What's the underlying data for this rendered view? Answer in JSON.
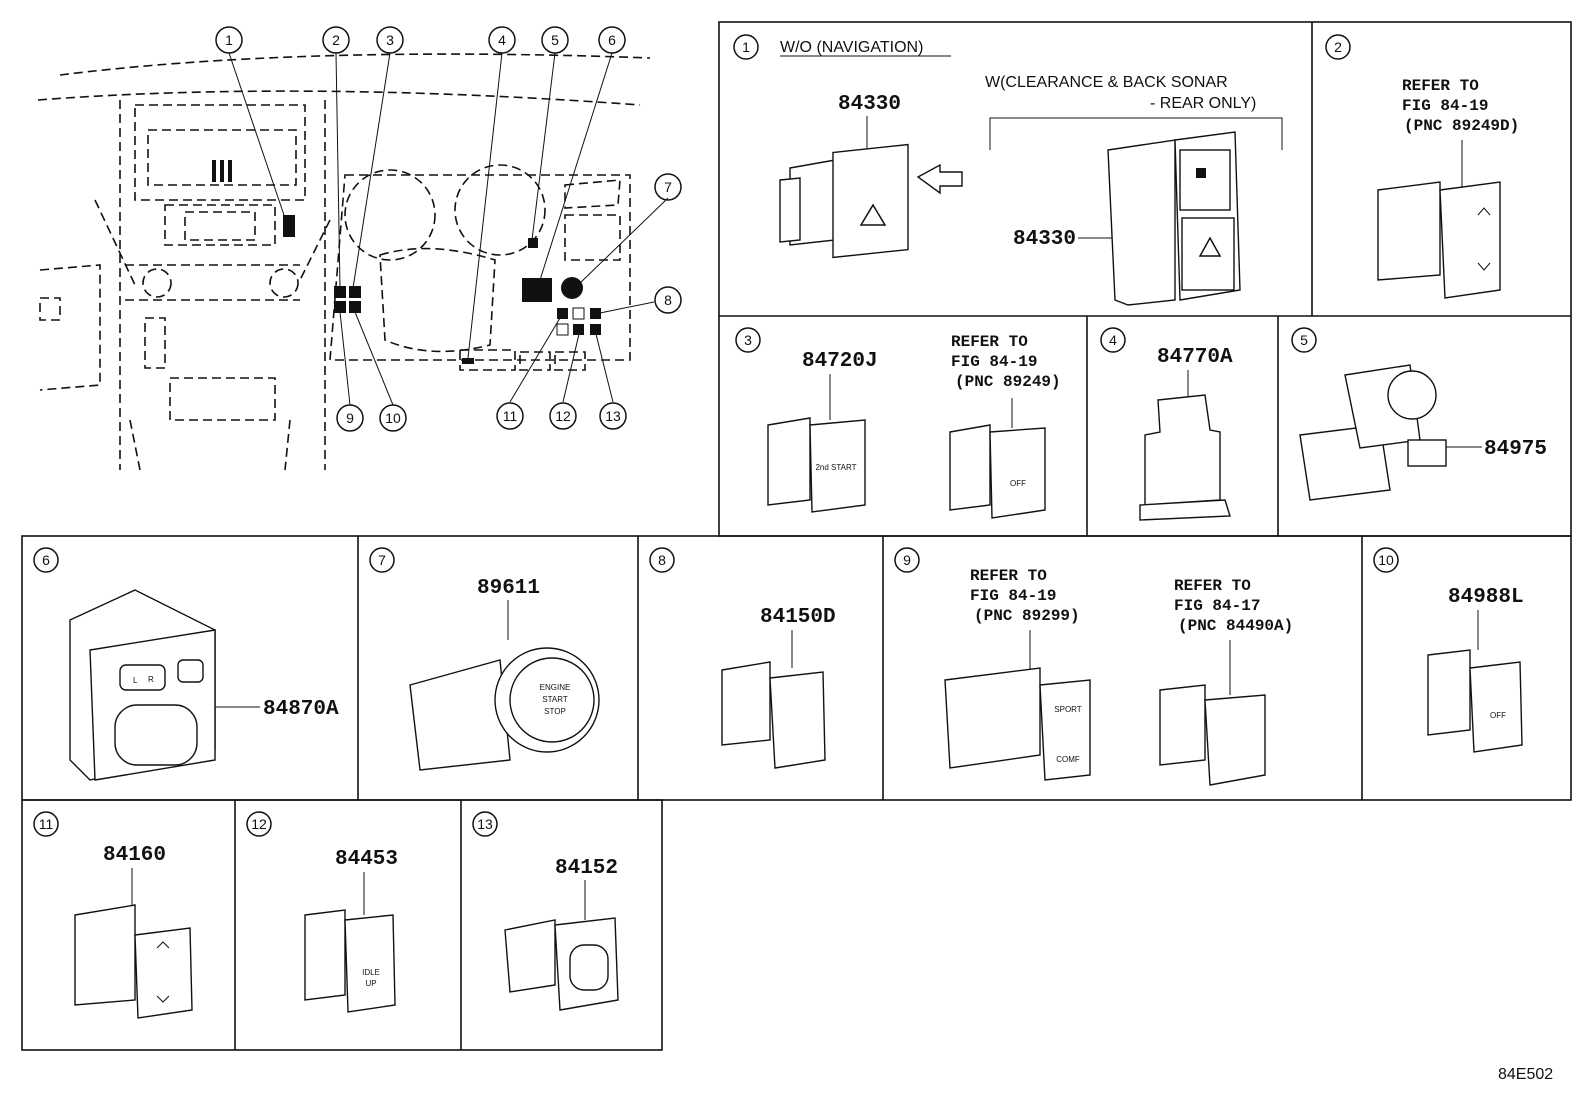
{
  "diagram_code": "84E502",
  "overview": {
    "callouts": [
      "1",
      "2",
      "3",
      "4",
      "5",
      "6",
      "7",
      "8",
      "9",
      "10",
      "11",
      "12",
      "13"
    ]
  },
  "panels": [
    {
      "num": "1",
      "variant": "W/O (NAVIGATION)",
      "parts": [
        "84330",
        "84330"
      ],
      "note_line1": "W(CLEARANCE & BACK SONAR",
      "note_line2": "- REAR ONLY)"
    },
    {
      "num": "2",
      "refer": [
        "REFER TO",
        "FIG 84-19",
        "(PNC 89249D)"
      ]
    },
    {
      "num": "3",
      "part": "84720J",
      "refer": [
        "REFER TO",
        "FIG 84-19",
        "(PNC 89249)"
      ]
    },
    {
      "num": "4",
      "part": "84770A"
    },
    {
      "num": "5",
      "part": "84975"
    },
    {
      "num": "6",
      "part": "84870A"
    },
    {
      "num": "7",
      "part": "89611"
    },
    {
      "num": "8",
      "part": "84150D"
    },
    {
      "num": "9",
      "refer_a": [
        "REFER TO",
        "FIG 84-19",
        "(PNC 89299)"
      ],
      "refer_b": [
        "REFER TO",
        "FIG 84-17",
        "(PNC 84490A)"
      ]
    },
    {
      "num": "10",
      "part": "84988L"
    },
    {
      "num": "11",
      "part": "84160"
    },
    {
      "num": "12",
      "part": "84453"
    },
    {
      "num": "13",
      "part": "84152"
    }
  ],
  "switch_labels": {
    "start_2nd": "2nd START",
    "off": "OFF",
    "engine_start_stop": [
      "ENGINE",
      "START",
      "STOP"
    ],
    "sport": "SPORT",
    "comf": "COMF",
    "idle_up": [
      "IDLE",
      "UP"
    ],
    "lr": [
      "L",
      "R"
    ]
  }
}
